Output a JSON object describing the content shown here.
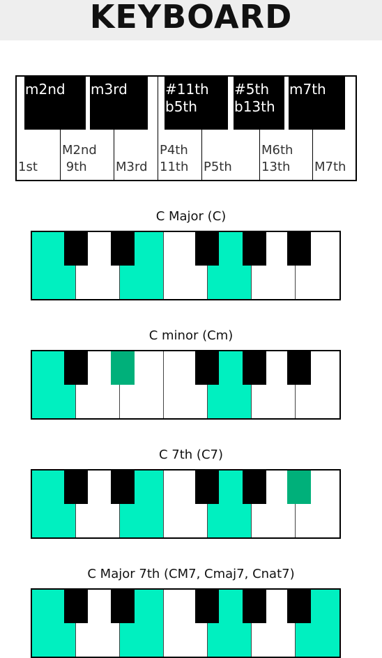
{
  "header": {
    "title": "KEYBOARD"
  },
  "legend": {
    "white_keys": [
      "1st",
      "M2nd\n 9th",
      "M3rd",
      "P4th\n11th",
      "P5th",
      "M6th\n13th",
      "M7th"
    ],
    "black_keys": [
      "m2nd",
      "m3rd",
      "#11th\nb5th",
      "#5th\nb13th",
      "m7th"
    ]
  },
  "chords": [
    {
      "title": "C Major (C)",
      "white_on": [
        0,
        2,
        4
      ],
      "black_on": []
    },
    {
      "title": "C minor (Cm)",
      "white_on": [
        0,
        4
      ],
      "black_on": [
        1
      ]
    },
    {
      "title": "C 7th (C7)",
      "white_on": [
        0,
        2,
        4
      ],
      "black_on": [
        4
      ]
    },
    {
      "title": "C Major 7th (CM7, Cmaj7, Cnat7)",
      "white_on": [
        0,
        2,
        4,
        6
      ],
      "black_on": []
    }
  ],
  "colors": {
    "white_highlight": "#00f0c0",
    "black_highlight": "#00b07a"
  }
}
